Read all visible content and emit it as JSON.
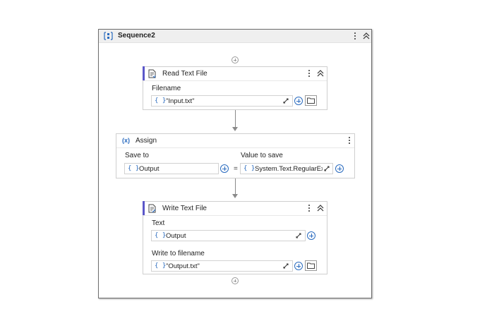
{
  "sequence": {
    "title": "Sequence2"
  },
  "read_text_file": {
    "title": "Read Text File",
    "filename_label": "Filename",
    "filename_value": "\"Input.txt\""
  },
  "assign": {
    "title": "Assign",
    "save_to_label": "Save to",
    "save_to_value": "Output",
    "value_label": "Value to save",
    "value_value": "System.Text.RegularEx",
    "equals": "="
  },
  "write_text_file": {
    "title": "Write Text File",
    "text_label": "Text",
    "text_value": "Output",
    "filename_label": "Write to filename",
    "filename_value": "\"Output.txt\""
  },
  "icons": {
    "braces": "{ }",
    "assign_symbol": "(x)",
    "accent_color": "#5b57c9",
    "link_color": "#2a6bbf"
  }
}
